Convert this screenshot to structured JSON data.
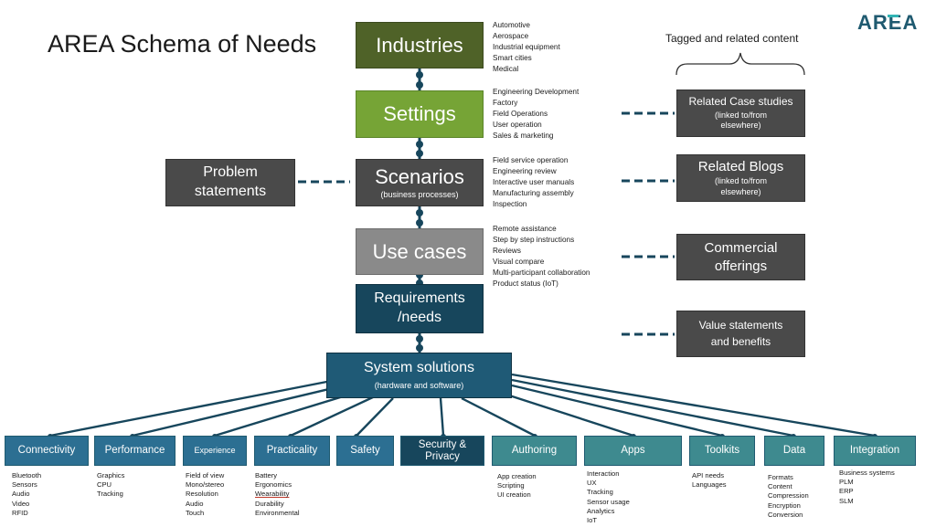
{
  "page_title": "AREA Schema of Needs",
  "logo_text": "AREA",
  "tagged_header": "Tagged and related content",
  "center": {
    "industries": {
      "title": "Industries",
      "items": [
        "Automotive",
        "Aerospace",
        "Industrial equipment",
        "Smart cities",
        "Medical"
      ]
    },
    "settings": {
      "title": "Settings",
      "items": [
        "Engineering Development",
        "Factory",
        "Field Operations",
        "User operation",
        "Sales & marketing"
      ]
    },
    "scenarios": {
      "title": "Scenarios",
      "subtitle": "(business processes)",
      "items": [
        "Field service operation",
        "Engineering review",
        "Interactive user manuals",
        "Manufacturing assembly",
        "Inspection"
      ]
    },
    "use_cases": {
      "title": "Use cases",
      "items": [
        "Remote assistance",
        "Step by step instructions",
        "Reviews",
        "Visual compare",
        "Multi-participant collaboration",
        "Product status (IoT)"
      ]
    },
    "requirements": {
      "title_line1": "Requirements",
      "title_line2": "/needs"
    },
    "system": {
      "title": "System solutions",
      "subtitle": "(hardware and software)"
    }
  },
  "problem": {
    "line1": "Problem",
    "line2": "statements"
  },
  "related": [
    {
      "line1": "Related Case studies",
      "line2": "(linked to/from",
      "line3": "elsewhere)"
    },
    {
      "line1": "Related Blogs",
      "line2": "(linked to/from",
      "line3": "elsewhere)"
    },
    {
      "line1": "Commercial",
      "line2": "offerings"
    },
    {
      "line1": "Value statements",
      "line2": "and benefits"
    }
  ],
  "bottom": [
    {
      "label": "Connectivity",
      "items": [
        "Bluetooth",
        "Sensors",
        "Audio",
        "Video",
        "RFID"
      ]
    },
    {
      "label": "Performance",
      "items": [
        "Graphics",
        "CPU",
        "Tracking"
      ]
    },
    {
      "label": "Experience",
      "items": [
        "Field of view",
        "Mono/stereo",
        "Resolution",
        "Audio",
        "Touch"
      ]
    },
    {
      "label": "Practicality",
      "items": [
        "Battery",
        "Ergonomics",
        "Wearability",
        "Durability",
        "Environmental"
      ]
    },
    {
      "label": "Safety",
      "items": []
    },
    {
      "label_line1": "Security &",
      "label_line2": "Privacy",
      "items": []
    },
    {
      "label": "Authoring",
      "items": [
        "App creation",
        "Scripting",
        "UI creation"
      ]
    },
    {
      "label": "Apps",
      "items": [
        "Interaction",
        "UX",
        "Tracking",
        "Sensor usage",
        "Analytics",
        "IoT"
      ]
    },
    {
      "label": "Toolkits",
      "items": [
        "API needs",
        "Languages"
      ]
    },
    {
      "label": "Data",
      "items": [
        "Formats",
        "Content",
        "Compression",
        "Encryption",
        "Conversion"
      ]
    },
    {
      "label": "Integration",
      "items": [
        "Business systems",
        "PLM",
        "ERP",
        "SLM"
      ]
    }
  ],
  "colors": {
    "industries": "#4f6228",
    "settings": "#76a436",
    "dark_gray": "#4a4a4a",
    "mid_gray": "#8a8a8a",
    "navy": "#17465c",
    "blue": "#2c6f92",
    "teal": "#3e8a8f",
    "connector": "#17465c"
  }
}
